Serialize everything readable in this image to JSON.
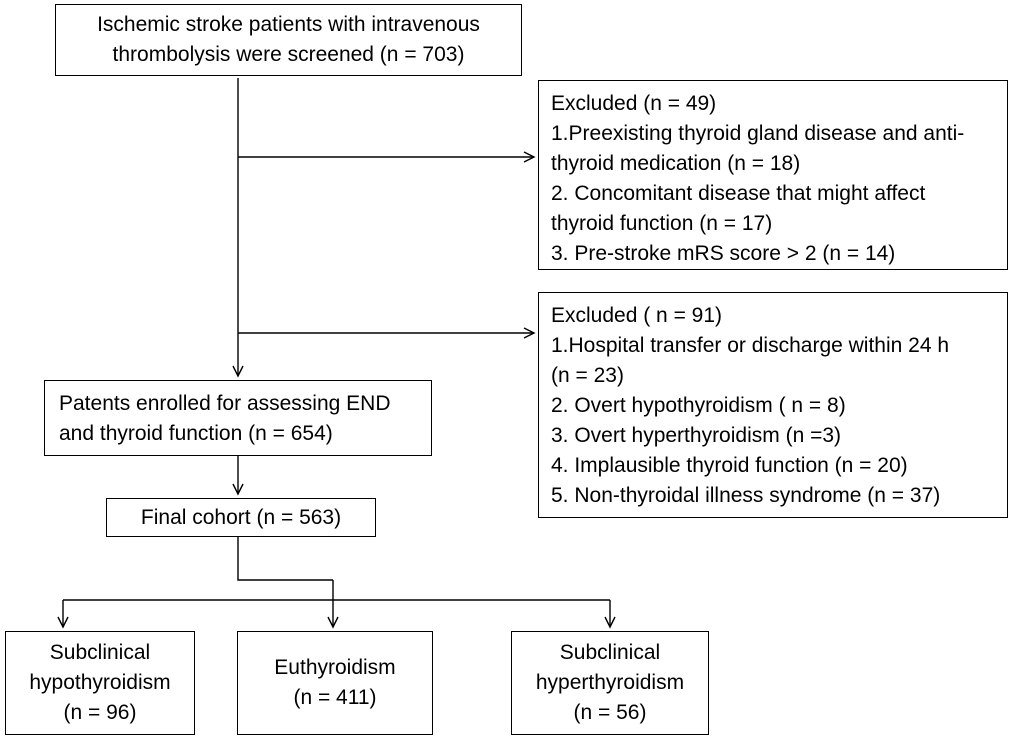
{
  "screening": {
    "lines": [
      "Ischemic stroke patients with intravenous",
      "thrombolysis were screened (n = 703)"
    ]
  },
  "excluded1": {
    "lines": [
      "Excluded (n = 49)",
      "1.Preexisting thyroid  gland disease and anti-",
      "thyroid medication (n  = 18)",
      "2. Concomitant disease that might affect",
      "thyroid  function (n = 17)",
      "3. Pre-stroke mRS score > 2 (n =  14)"
    ]
  },
  "excluded2": {
    "lines": [
      "Excluded ( n = 91)",
      "1.Hospital transfer or discharge within 24 h",
      "(n = 23)",
      "2. Overt hypothyroidism (  n = 8)",
      "3. Overt hyperthyroidism   (n =3)",
      "4. Implausible  thyroid function (n =   20)",
      "5. Non-thyroidal  illness  syndrome (n = 37)"
    ]
  },
  "enrolled": {
    "lines": [
      "Patents enrolled for assessing END",
      "and thyroid function   (n = 654)"
    ]
  },
  "final_cohort": {
    "label": "Final cohort (n = 563)"
  },
  "groups": [
    {
      "lines": [
        "Subclinical",
        "hypothyroidism",
        "(n = 96)"
      ]
    },
    {
      "lines": [
        "Euthyroidism",
        "(n = 411)"
      ]
    },
    {
      "lines": [
        "Subclinical",
        "hyperthyroidism",
        "(n = 56)"
      ]
    }
  ],
  "colors": {
    "stroke": "#000000",
    "background": "#ffffff",
    "text": "#000000"
  }
}
